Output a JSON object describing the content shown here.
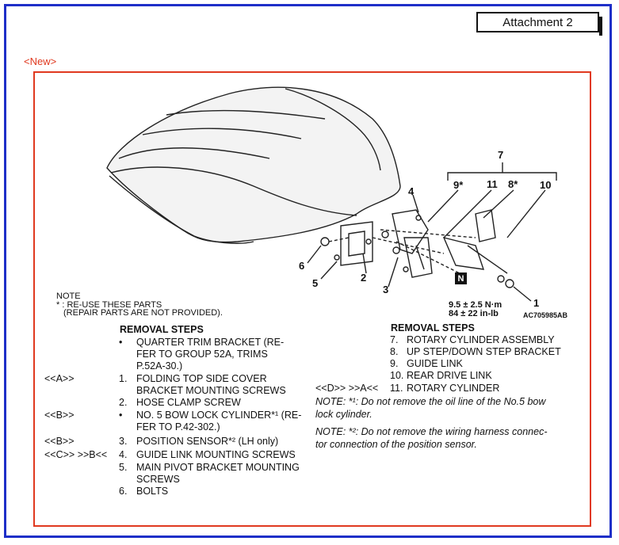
{
  "header": {
    "attachment": "Attachment 2",
    "new_tag": "<New>"
  },
  "diagram": {
    "callouts": [
      "7",
      "9*",
      "11",
      "8*",
      "10",
      "4",
      "6",
      "5",
      "2",
      "3",
      "1"
    ],
    "n_marker": "N",
    "torque_nm": "9.5 ± 2.5 N·m",
    "torque_inlb": "84 ± 22 in-lb",
    "figure_code": "AC705985AB"
  },
  "note": {
    "title": "NOTE",
    "line1": "* : RE-USE THESE PARTS",
    "line2": "(REPAIR PARTS ARE NOT PROVIDED)."
  },
  "left_steps": {
    "heading": "REMOVAL STEPS",
    "rows": [
      {
        "ref": "",
        "num": "•",
        "text": "QUARTER TRIM BRACKET (RE-"
      },
      {
        "ref": "",
        "num": "",
        "text": "FER TO GROUP 52A, TRIMS"
      },
      {
        "ref": "",
        "num": "",
        "text": "P.52A-30.)"
      },
      {
        "ref": "<<A>>",
        "num": "1.",
        "text": "FOLDING TOP SIDE COVER"
      },
      {
        "ref": "",
        "num": "",
        "text": "BRACKET MOUNTING SCREWS"
      },
      {
        "ref": "",
        "num": "2.",
        "text": "HOSE CLAMP SCREW"
      },
      {
        "ref": "<<B>>",
        "num": "•",
        "text": "NO. 5 BOW LOCK CYLINDER*¹ (RE-"
      },
      {
        "ref": "",
        "num": "",
        "text": "FER TO P.42-302.)"
      },
      {
        "ref": "<<B>>",
        "num": "3.",
        "text": "POSITION SENSOR*² (LH only)"
      },
      {
        "ref": "<<C>>   >>B<<",
        "num": "4.",
        "text": "GUIDE LINK MOUNTING SCREWS"
      },
      {
        "ref": "",
        "num": "5.",
        "text": "MAIN PIVOT BRACKET MOUNTING"
      },
      {
        "ref": "",
        "num": "",
        "text": "SCREWS"
      },
      {
        "ref": "",
        "num": "6.",
        "text": "BOLTS"
      }
    ]
  },
  "right_steps": {
    "heading": "REMOVAL STEPS",
    "rows": [
      {
        "ref": "",
        "num": "7.",
        "text": "ROTARY CYLINDER ASSEMBLY"
      },
      {
        "ref": "",
        "num": "8.",
        "text": "UP STEP/DOWN STEP BRACKET"
      },
      {
        "ref": "",
        "num": "9.",
        "text": "GUIDE LINK"
      },
      {
        "ref": "",
        "num": "10.",
        "text": "REAR DRIVE LINK"
      },
      {
        "ref": "<<D>>   >>A<<",
        "num": "11.",
        "text": "ROTARY CYLINDER"
      }
    ],
    "note1_a": "NOTE: *¹: Do not remove the oil line of the No.5 bow",
    "note1_b": "lock cylinder.",
    "note2_a": "NOTE: *²: Do not remove the wiring harness connec-",
    "note2_b": "tor connection of the position sensor."
  }
}
